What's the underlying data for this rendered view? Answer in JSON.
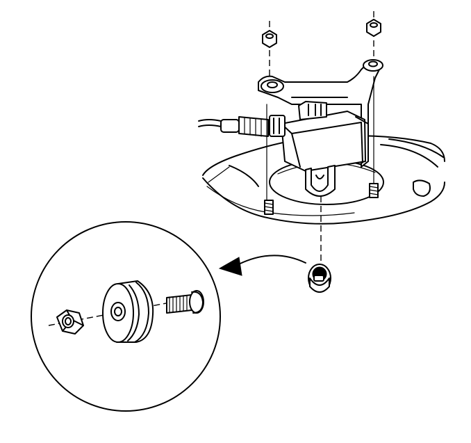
{
  "figure": {
    "kind": "technical-service-illustration",
    "subject": "module-bracket-mounting",
    "colors": {
      "line": "#000000",
      "background": "#ffffff"
    },
    "callout": {
      "icon": "curved-arrow-icon",
      "points_to": "detail-view"
    }
  }
}
